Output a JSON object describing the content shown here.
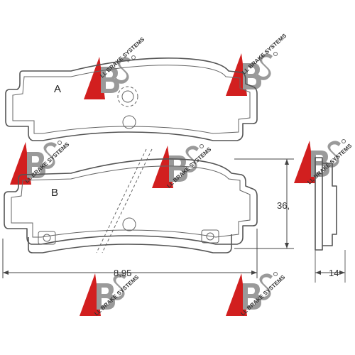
{
  "diagram": {
    "pad_labels": {
      "a": "A",
      "b": "B"
    },
    "dimensions": {
      "height": "36,",
      "length": "8,95",
      "thickness": "14"
    },
    "watermark": {
      "brand_text": "LL BRAKE SYSTEMS",
      "accent_color": "#d21f1f",
      "logo_grey": "#9a9a9a"
    },
    "line_color": "#555555"
  }
}
